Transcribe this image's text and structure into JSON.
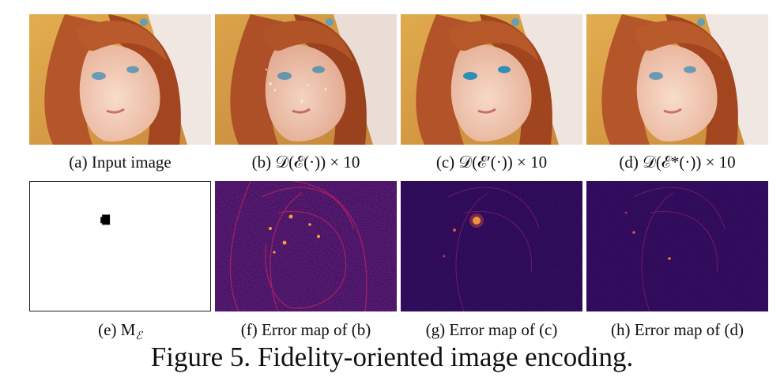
{
  "figure": {
    "title": "Figure 5. Fidelity-oriented image encoding.",
    "rows": [
      {
        "panels": [
          {
            "id": "a",
            "caption": "(a) Input image",
            "kind": "portrait"
          },
          {
            "id": "b",
            "caption": "(b) 𝒟(ℰ(·)) × 10",
            "kind": "portrait"
          },
          {
            "id": "c",
            "caption": "(c) 𝒟(ℰ′(·)) × 10",
            "kind": "portrait"
          },
          {
            "id": "d",
            "caption": "(d) 𝒟(ℰ*(·)) × 10",
            "kind": "portrait"
          }
        ]
      },
      {
        "panels": [
          {
            "id": "e",
            "caption": "(e)  M",
            "caption_sub": "ℰ",
            "kind": "mask"
          },
          {
            "id": "f",
            "caption": "(f) Error map of (b)",
            "kind": "error-map"
          },
          {
            "id": "g",
            "caption": "(g) Error map of (c)",
            "kind": "error-map"
          },
          {
            "id": "h",
            "caption": "(h) Error map of (d)",
            "kind": "error-map"
          }
        ]
      }
    ]
  },
  "colors": {
    "portrait_background": "#d9a24a",
    "hair": "#b5552a",
    "skin": "#f4d2bf",
    "error_map_base": "#2e0a5c",
    "error_map_hot": "#f9c23c",
    "mask_fill": "#000000"
  }
}
